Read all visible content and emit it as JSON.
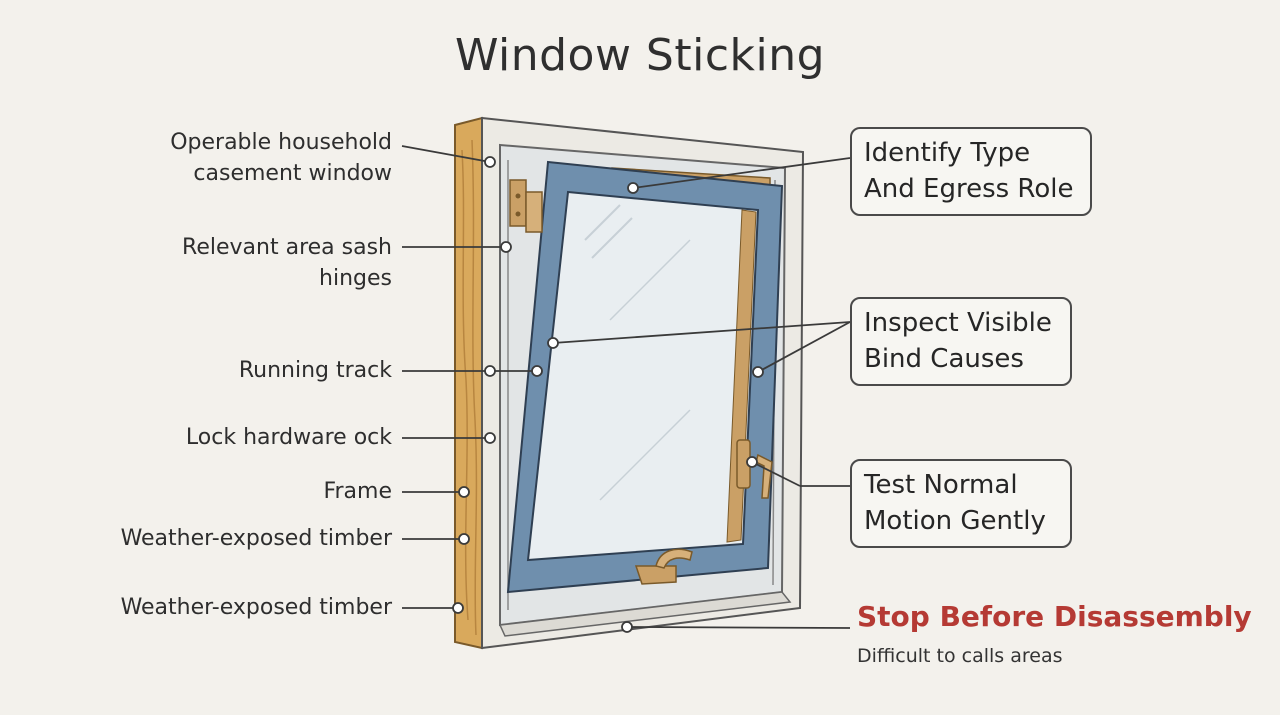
{
  "title": "Window Sticking",
  "left_labels": [
    {
      "line1": "Operable household",
      "line2": "casement window"
    },
    {
      "line1": "Relevant area sash",
      "line2": "hinges"
    },
    {
      "line1": "Running track"
    },
    {
      "line1": "Lock hardware ock"
    },
    {
      "line1": "Frame"
    },
    {
      "line1": "Weather-exposed timber"
    },
    {
      "line1": "Weather-exposed timber"
    }
  ],
  "steps": [
    {
      "line1": "Identify Type",
      "line2": "And Egress Role"
    },
    {
      "line1": "Inspect Visible",
      "line2": "Bind Causes"
    },
    {
      "line1": "Test Normal",
      "line2": "Motion Gently"
    }
  ],
  "warning": {
    "title": "Stop Before Disassembly",
    "subtitle": "Difficult  to calls areas"
  },
  "colors": {
    "background": "#f3f1ec",
    "timber": "#d9a95c",
    "frame": "#eceae4",
    "sash": "#6f8fad",
    "hardware": "#caa066",
    "warning": "#b53a34"
  }
}
